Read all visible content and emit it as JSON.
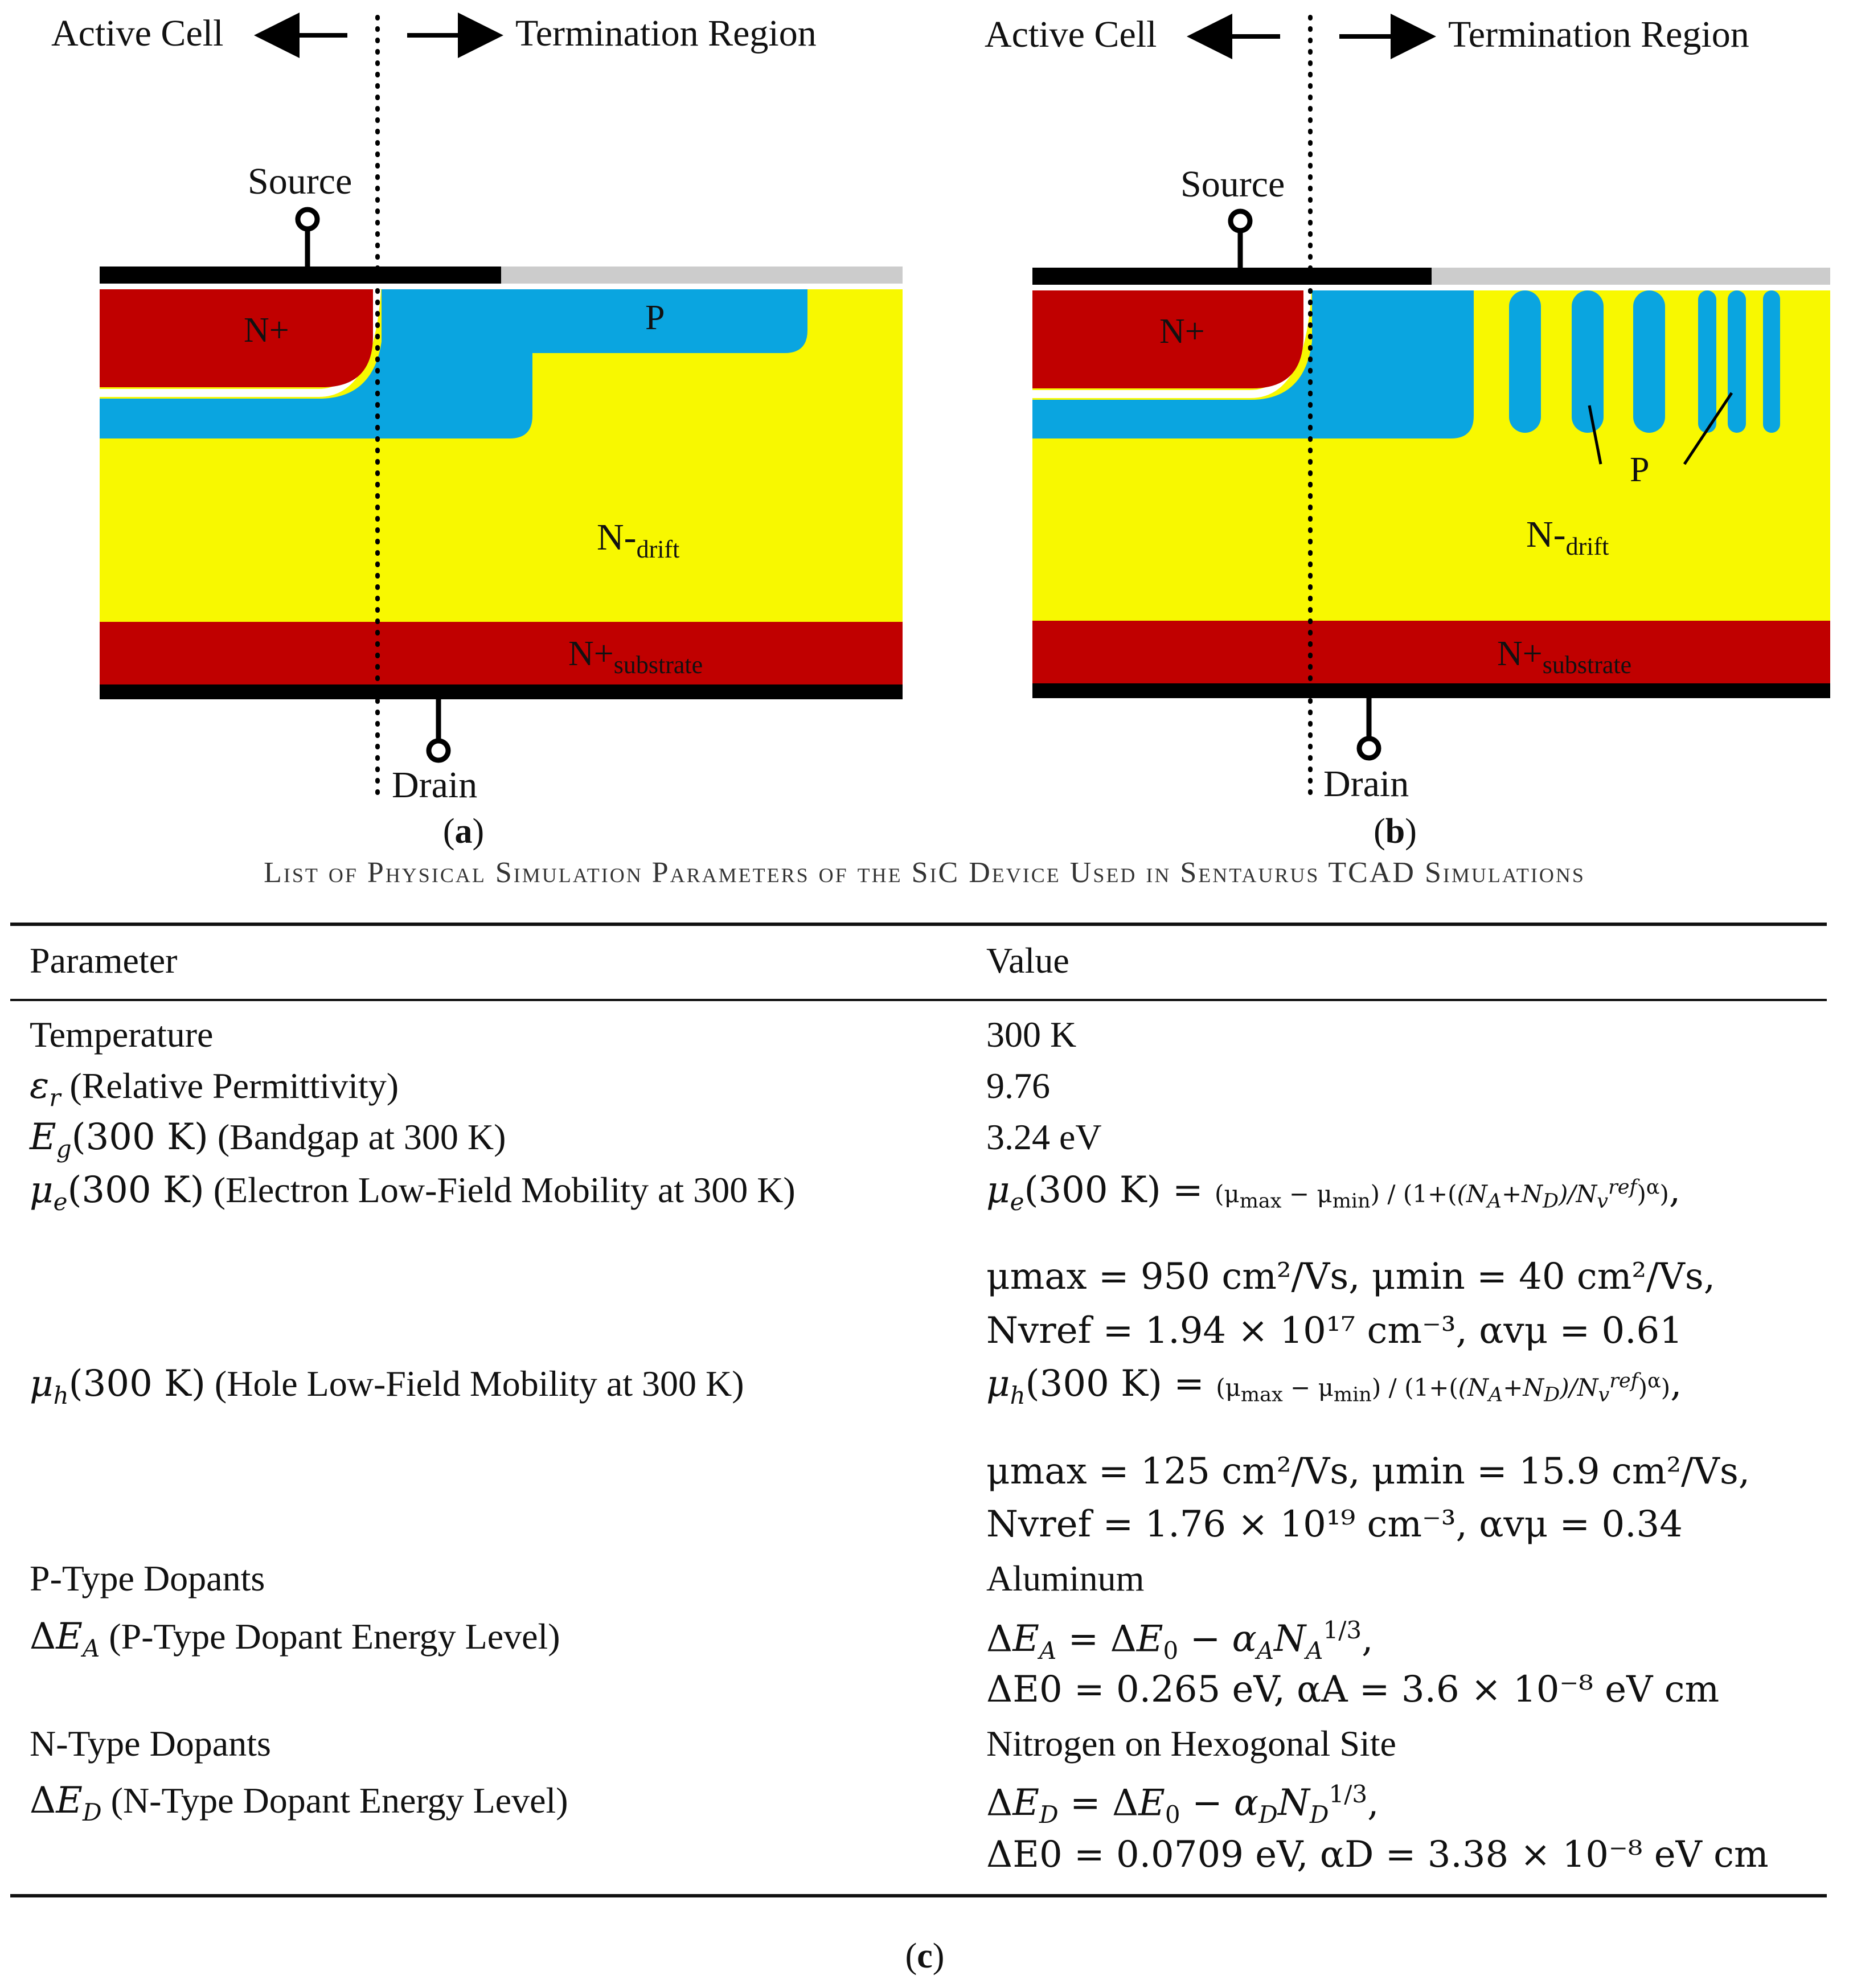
{
  "figure_a": {
    "arrow_left_label": "Active Cell",
    "arrow_right_label": "Termination Region",
    "source_label": "Source",
    "drain_label": "Drain",
    "n_plus_label": "N+",
    "p_label": "P",
    "drift_label": "N-",
    "drift_sub": "drift",
    "substrate_label": "N+",
    "substrate_sub": "substrate",
    "panel_letter": "a"
  },
  "figure_b": {
    "arrow_left_label": "Active Cell",
    "arrow_right_label": "Termination Region",
    "source_label": "Source",
    "drain_label": "Drain",
    "n_plus_label": "N+",
    "p_label": "P",
    "drift_label": "N-",
    "drift_sub": "drift",
    "substrate_label": "N+",
    "substrate_sub": "substrate",
    "panel_letter": "b"
  },
  "colors": {
    "n_plus": "#c00000",
    "p_region": "#0aa5e0",
    "drift": "#f8f800",
    "metal": "#000000",
    "oxide": "#cccccc"
  },
  "table": {
    "caption": "List of Physical Simulation Parameters of the SiC Device Used in Sentaurus TCAD Simulations",
    "header_parameter": "Parameter",
    "header_value": "Value",
    "rows": {
      "temp_param": "Temperature",
      "temp_value": "300 K",
      "eps_param_desc": "(Relative Permittivity)",
      "eps_value": "9.76",
      "eg_param_desc": "(Bandgap at 300 K)",
      "eg_value": "3.24 eV",
      "mue_param_desc": "(Electron Low-Field Mobility at 300 K)",
      "mue_line2": "μmax = 950 cm²/Vs, μmin = 40 cm²/Vs,",
      "mue_line3": "Nvref = 1.94 × 10¹⁷ cm⁻³, αvμ = 0.61",
      "muh_param_desc": "(Hole Low-Field Mobility at 300 K)",
      "muh_line2": "μmax = 125 cm²/Vs, μmin = 15.9 cm²/Vs,",
      "muh_line3": "Nvref = 1.76 × 10¹⁹ cm⁻³, αvμ = 0.34",
      "ptype_param": "P-Type Dopants",
      "ptype_value": "Aluminum",
      "dea_param_desc": "(P-Type Dopant Energy Level)",
      "dea_line2": "ΔE0 = 0.265 eV, αA = 3.6 × 10⁻⁸ eV cm",
      "ntype_param": "N-Type Dopants",
      "ntype_value": "Nitrogen on Hexogonal Site",
      "ded_param_desc": "(N-Type Dopant Energy Level)",
      "ded_line2": "ΔE0 = 0.0709 eV, αD = 3.38 × 10⁻⁸ eV cm"
    },
    "panel_letter": "c"
  }
}
